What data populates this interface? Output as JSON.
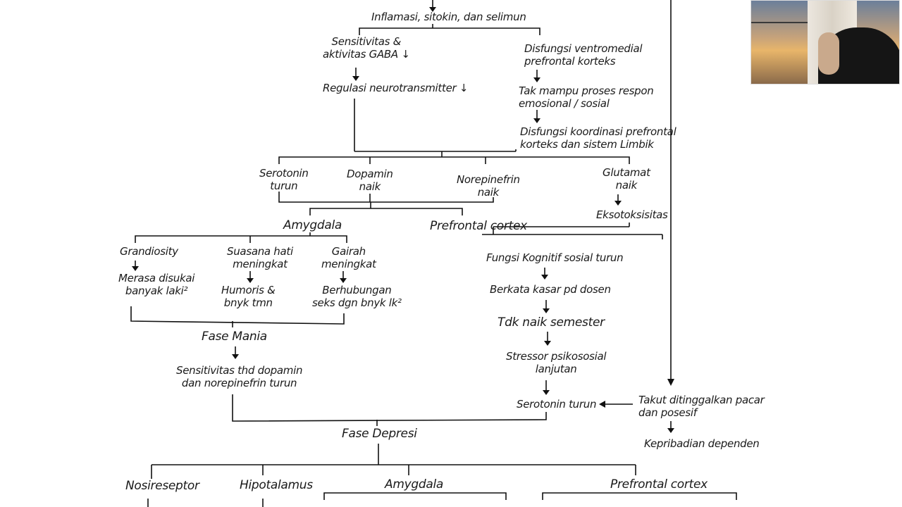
{
  "diagram": {
    "nodes": {
      "inflamasi": "Inflamasi, sitokin, dan selimun",
      "sensitivitas_gaba": "Sensitivitas &\naktivitas GABA ↓",
      "regulasi": "Regulasi neurotransmitter ↓",
      "disfungsi_vm": "Disfungsi ventromedial\nprefrontal korteks",
      "takmampu": "Tak mampu proses respon\nemosional / sosial",
      "disfungsi_koord": "Disfungsi koordinasi prefrontal\nkorteks dan sistem Limbik",
      "serotonin_turun": "Serotonin\nturun",
      "dopamin_naik": "Dopamin\nnaik",
      "norepinefrin_naik": "Norepinefrin\nnaik",
      "glutamat_naik": "Glutamat\nnaik",
      "eksotoksisitas": "Eksotoksisitas",
      "amygdala": "Amygdala",
      "prefrontal_cortex": "Prefrontal cortex",
      "grandiosity": "Grandiosity",
      "merasa": "Merasa disukai\nbanyak laki²",
      "suasana": "Suasana hati\nmeningkat",
      "humoris": "Humoris &\nbnyk tmn",
      "gairah": "Gairah\nmeningkat",
      "berhubungan": "Berhubungan\nseks dgn bnyk lk²",
      "fungsi_kognitif": "Fungsi Kognitif sosial turun",
      "berkata_kasar": "Berkata kasar pd dosen",
      "tdk_naik": "Tdk naik semester",
      "stressor": "Stressor psikososial\nlanjutan",
      "fase_mania": "Fase Mania",
      "sensitivitas_dopamin": "Sensitivitas thd dopamin\ndan norepinefrin turun",
      "serotonin_turun2": "Serotonin turun",
      "takut": "Takut ditinggalkan pacar\ndan posesif",
      "kepribadian": "Kepribadian dependen",
      "fase_depresi": "Fase Depresi",
      "nosireseptor": "Nosireseptor",
      "hipotalamus": "Hipotalamus",
      "amygdala2": "Amygdala",
      "prefrontal_cortex2": "Prefrontal cortex"
    }
  },
  "video": {
    "thumbnail_name": "participant-video"
  }
}
